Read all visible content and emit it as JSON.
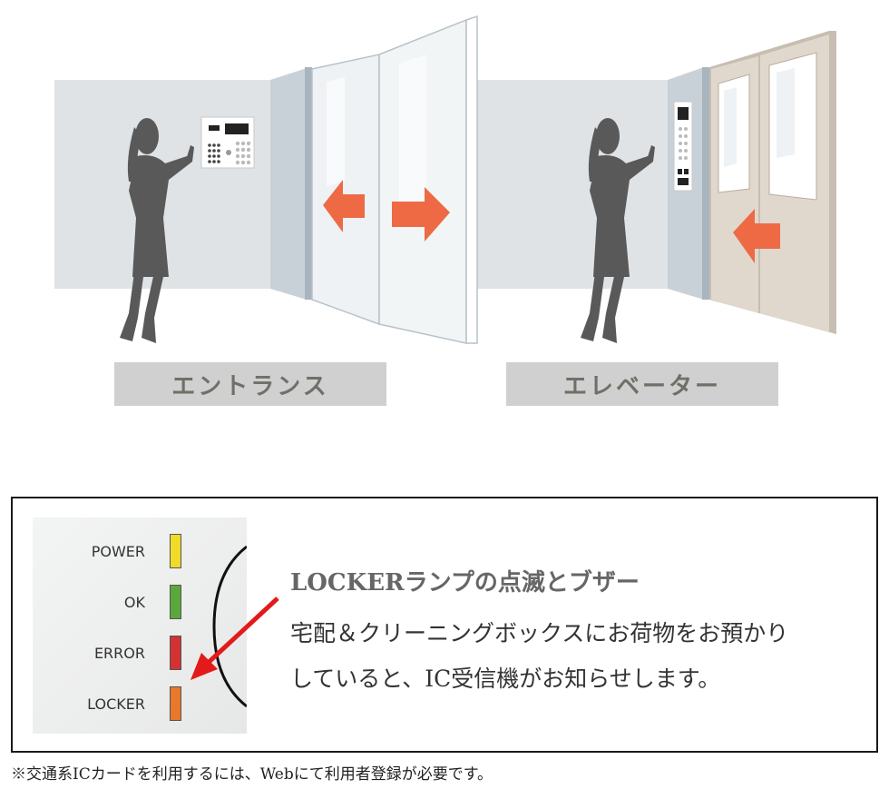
{
  "captions": {
    "entrance": "エントランス",
    "elevator": "エレベーター"
  },
  "lamps": [
    {
      "label": "POWER",
      "color": "#f0dc28"
    },
    {
      "label": "OK",
      "color": "#5aa83c"
    },
    {
      "label": "ERROR",
      "color": "#d23232"
    },
    {
      "label": "LOCKER",
      "color": "#e8782a"
    }
  ],
  "info": {
    "title": "LOCKERランプの点滅とブザー",
    "body_line1": "宅配＆クリーニングボックスにお荷物をお預かり",
    "body_line2": "していると、IC受信機がお知らせします。"
  },
  "footnote": "※交通系ICカードを利用するには、Webにて利用者登録が必要です。",
  "colors": {
    "wall": "#dfe3e6",
    "arrow": "#ee6a45",
    "silhouette": "#595959",
    "door": "#e0d8cc",
    "pointer_arrow": "#e31a1a"
  }
}
